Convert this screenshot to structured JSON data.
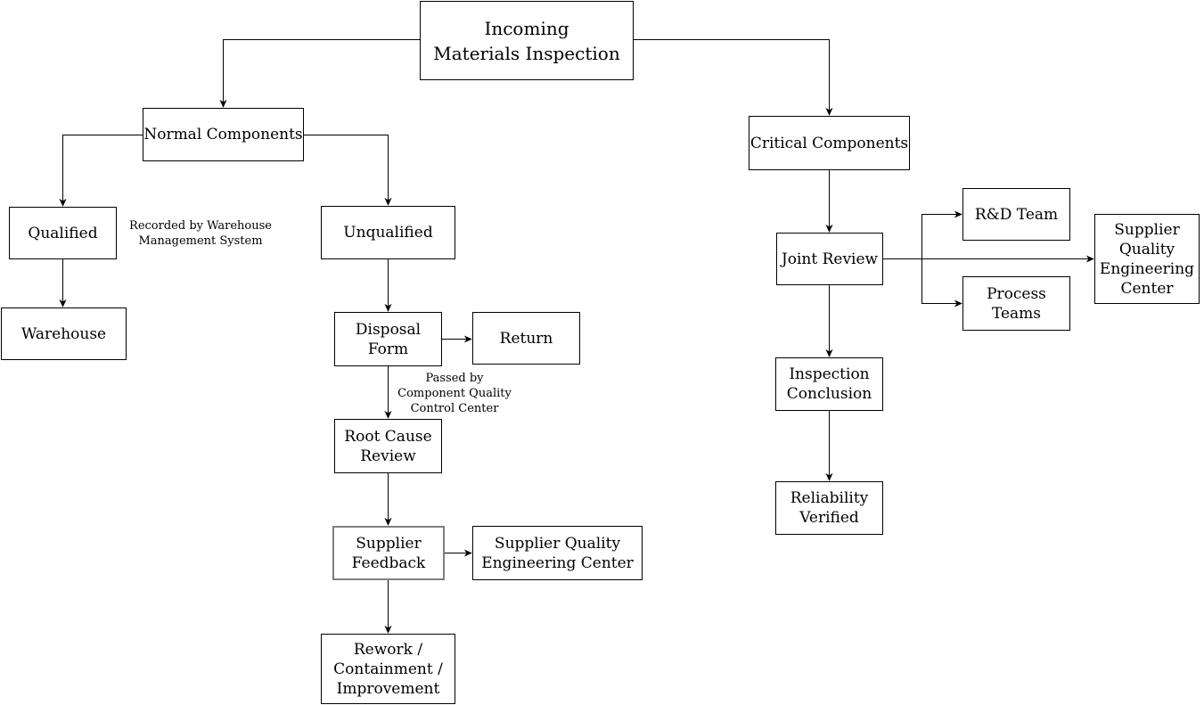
{
  "diagram": {
    "title": "Incoming Materials Inspection",
    "colors": {
      "background": "#ffffff",
      "line": "#000000",
      "box_border": "#000000",
      "box_fill": "#ffffff",
      "text": "#000000",
      "highlight_border": "#808080"
    },
    "nodes": {
      "incoming": {
        "label": "Incoming\nMaterials Inspection"
      },
      "normal": {
        "label": "Normal Components"
      },
      "critical": {
        "label": "Critical Components"
      },
      "qualified": {
        "label": "Qualified"
      },
      "unqualified": {
        "label": "Unqualified"
      },
      "warehouse": {
        "label": "Warehouse"
      },
      "disposal_form": {
        "label": "Disposal\nForm"
      },
      "return": {
        "label": "Return"
      },
      "root_cause_review": {
        "label": "Root Cause\nReview"
      },
      "supplier_feedback": {
        "label": "Supplier\nFeedback"
      },
      "supplier_quality_center": {
        "label": "Supplier Quality\nEngineering Center"
      },
      "rework": {
        "label": "Rework /\nContainment /\nImprovement"
      },
      "joint_review": {
        "label": "Joint Review"
      },
      "rnd_team": {
        "label": "R&D Team"
      },
      "process_teams": {
        "label": "Process\nTeams"
      },
      "supplier_quality_center_right": {
        "label": "Supplier\nQuality\nEngineering\nCenter"
      },
      "inspection_conclusion": {
        "label": "Inspection\nConclusion"
      },
      "reliability_verified": {
        "label": "Reliability\nVerified"
      }
    },
    "annotations": {
      "warehouse_note": {
        "text": "Recorded by Warehouse\nManagement System"
      },
      "quality_note": {
        "text": "Passed by\nComponent Quality\nControl Center"
      }
    },
    "edges": [
      {
        "from": "incoming",
        "to": "normal"
      },
      {
        "from": "incoming",
        "to": "critical"
      },
      {
        "from": "normal",
        "to": "qualified"
      },
      {
        "from": "normal",
        "to": "unqualified"
      },
      {
        "from": "qualified",
        "to": "warehouse"
      },
      {
        "from": "unqualified",
        "to": "disposal_form"
      },
      {
        "from": "disposal_form",
        "to": "return"
      },
      {
        "from": "disposal_form",
        "to": "root_cause_review"
      },
      {
        "from": "root_cause_review",
        "to": "supplier_feedback"
      },
      {
        "from": "supplier_feedback",
        "to": "supplier_quality_center"
      },
      {
        "from": "supplier_feedback",
        "to": "rework"
      },
      {
        "from": "critical",
        "to": "joint_review"
      },
      {
        "from": "joint_review",
        "to": "rnd_team"
      },
      {
        "from": "joint_review",
        "to": "process_teams"
      },
      {
        "from": "joint_review",
        "to": "supplier_quality_center_right"
      },
      {
        "from": "joint_review",
        "to": "inspection_conclusion"
      },
      {
        "from": "inspection_conclusion",
        "to": "reliability_verified"
      }
    ]
  }
}
